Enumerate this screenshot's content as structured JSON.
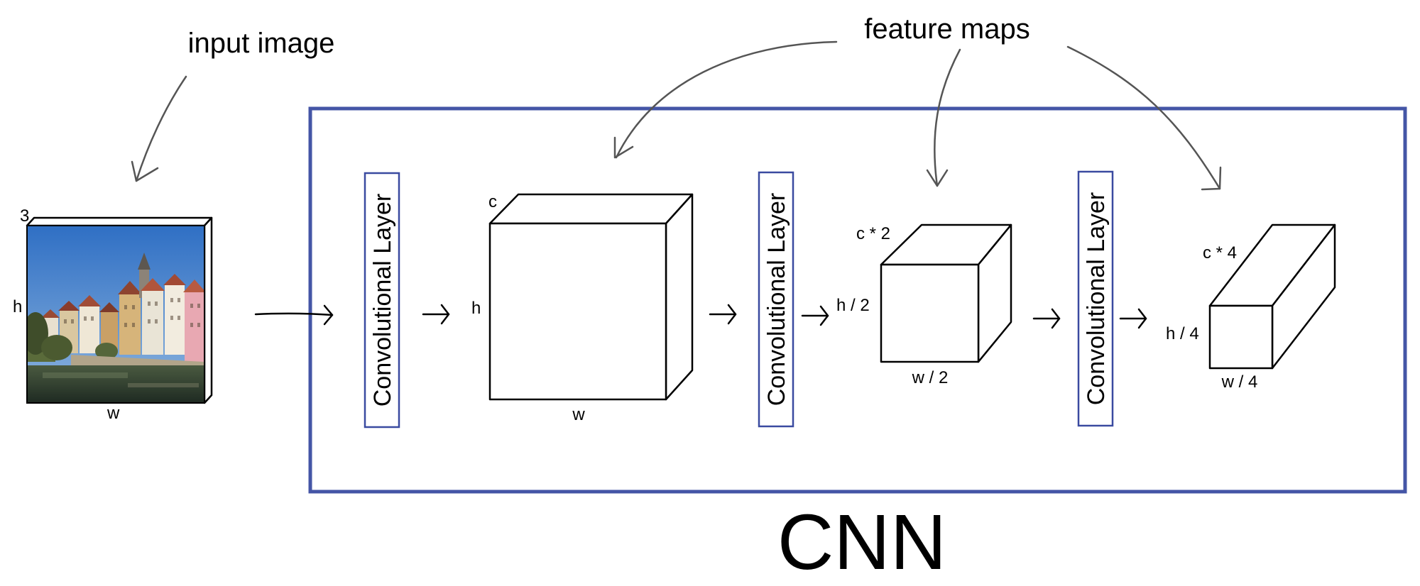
{
  "annotations": {
    "input_image": "input image",
    "feature_maps": "feature maps"
  },
  "network_label": "CNN",
  "input": {
    "channels": "3",
    "height": "h",
    "width": "w"
  },
  "layers": [
    {
      "label": "Convolutional Layer"
    },
    {
      "label": "Convolutional Layer"
    },
    {
      "label": "Convolutional Layer"
    }
  ],
  "feature_maps": [
    {
      "channels": "c",
      "height": "h",
      "width": "w"
    },
    {
      "channels": "c * 2",
      "height": "h / 2",
      "width": "w / 2"
    },
    {
      "channels": "c * 4",
      "height": "h / 4",
      "width": "w / 4"
    }
  ],
  "colors": {
    "frame": "#4455a6",
    "layer_box": "#3a4aa0",
    "pointer_arrow": "#555555",
    "line": "#000000"
  }
}
